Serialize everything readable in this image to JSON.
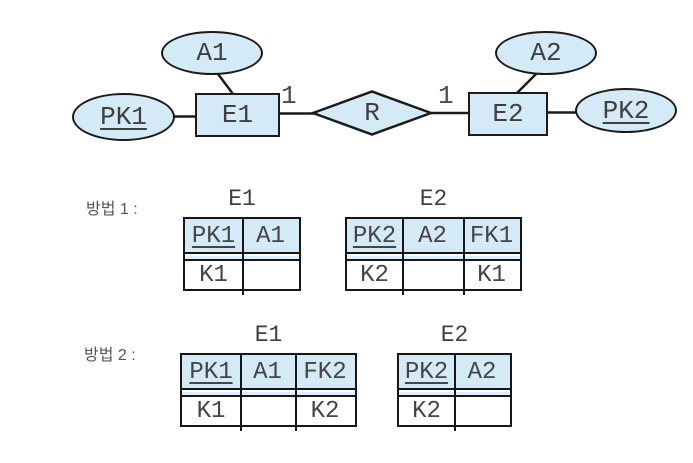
{
  "colors": {
    "shape_fill": "#d4eaf7",
    "outline": "#1b1b1b",
    "text": "#3f3f3f"
  },
  "er_diagram": {
    "pk1": "PK1",
    "attr1": "A1",
    "entity1": "E1",
    "cardinality_left": "1",
    "relationship": "R",
    "cardinality_right": "1",
    "entity2": "E2",
    "attr2": "A2",
    "pk2": "PK2"
  },
  "method1": {
    "label": "방법 1 :",
    "table_e1": {
      "title": "E1",
      "headers": [
        "PK1",
        "A1"
      ],
      "row": [
        "K1",
        ""
      ]
    },
    "table_e2": {
      "title": "E2",
      "headers": [
        "PK2",
        "A2",
        "FK1"
      ],
      "row": [
        "K2",
        "",
        "K1"
      ]
    }
  },
  "method2": {
    "label": "방법 2 :",
    "table_e1": {
      "title": "E1",
      "headers": [
        "PK1",
        "A1",
        "FK2"
      ],
      "row": [
        "K1",
        "",
        "K2"
      ]
    },
    "table_e2": {
      "title": "E2",
      "headers": [
        "PK2",
        "A2"
      ],
      "row": [
        "K2",
        ""
      ]
    }
  }
}
